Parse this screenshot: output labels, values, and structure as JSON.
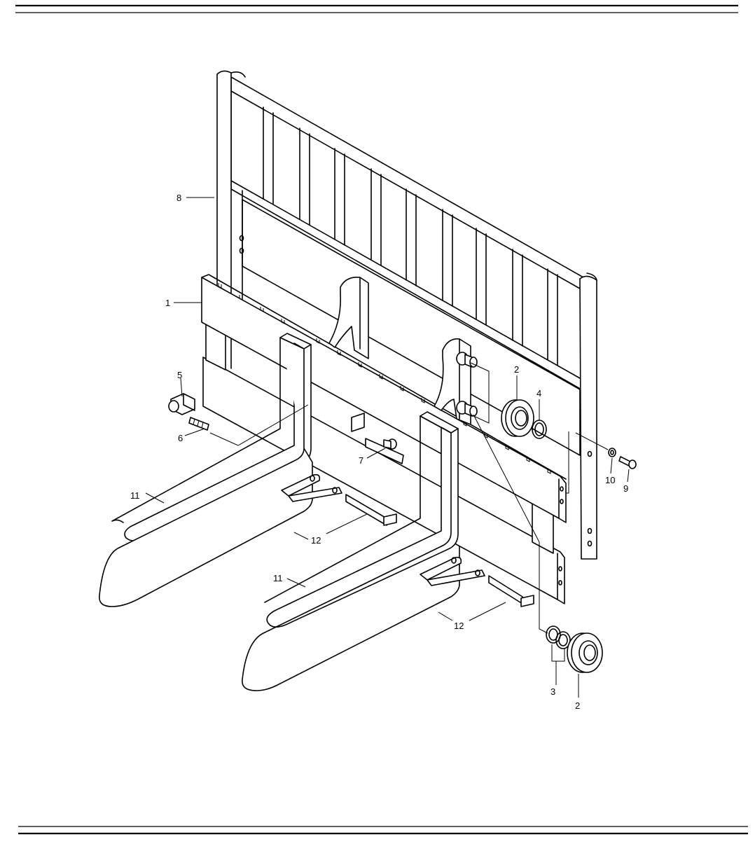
{
  "diagram": {
    "callouts": [
      {
        "id": "c8",
        "label": "8"
      },
      {
        "id": "c1",
        "label": "1"
      },
      {
        "id": "c5",
        "label": "5"
      },
      {
        "id": "c6",
        "label": "6"
      },
      {
        "id": "c7",
        "label": "7"
      },
      {
        "id": "c2a",
        "label": "2"
      },
      {
        "id": "c4",
        "label": "4"
      },
      {
        "id": "c10",
        "label": "10"
      },
      {
        "id": "c9",
        "label": "9"
      },
      {
        "id": "c11a",
        "label": "11"
      },
      {
        "id": "c12a",
        "label": "12"
      },
      {
        "id": "c11b",
        "label": "11"
      },
      {
        "id": "c12b",
        "label": "12"
      },
      {
        "id": "c3",
        "label": "3"
      },
      {
        "id": "c2b",
        "label": "2"
      }
    ]
  }
}
